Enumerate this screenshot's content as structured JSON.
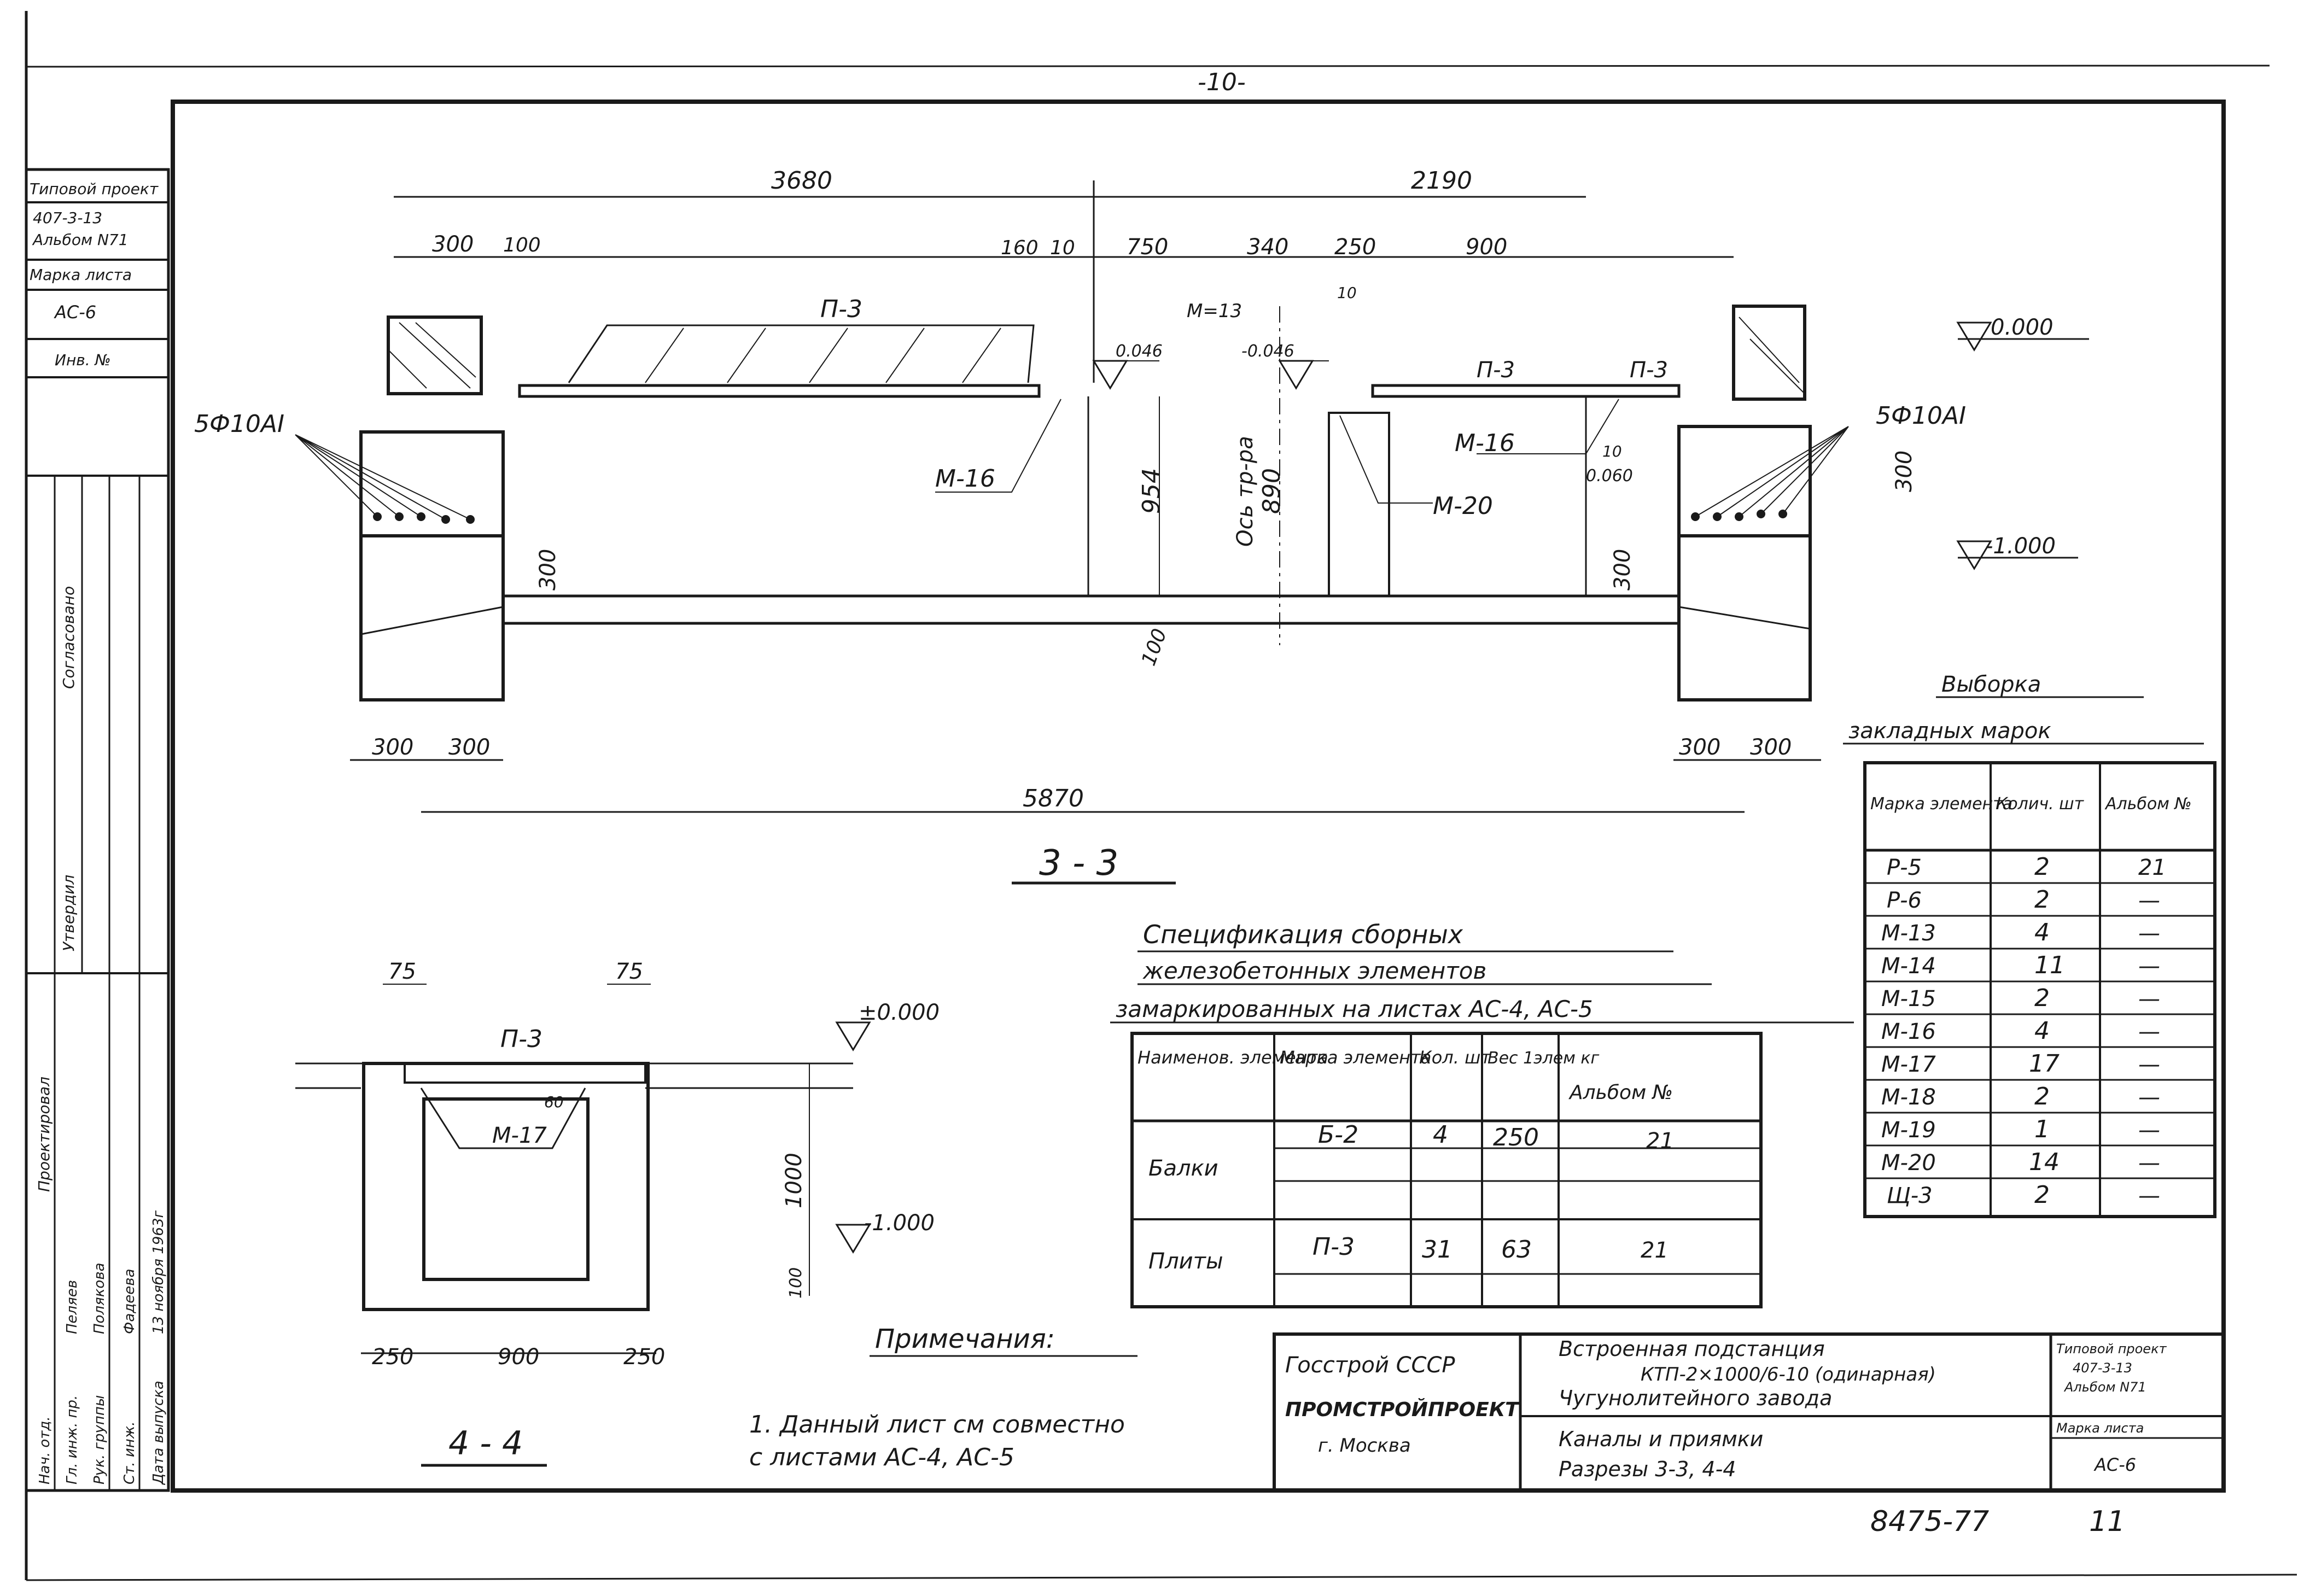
{
  "sheet": {
    "page_number": "-10-",
    "archive_number": "8475-77",
    "sheet_number": "11"
  },
  "section_33": {
    "title": "3 - 3",
    "dims_top": [
      "3680",
      "2190"
    ],
    "dims_upper": [
      "300",
      "100",
      "160",
      "10",
      "750",
      "340",
      "250",
      "900"
    ],
    "dims_mid": [
      "10",
      "10"
    ],
    "dims_vertical": [
      "954",
      "890",
      "300",
      "300",
      "300",
      "10",
      "10",
      "100"
    ],
    "dims_bottom": [
      "300",
      "300",
      "300",
      "300",
      "5870"
    ],
    "elevations": [
      "0.046",
      "-0.046",
      "0.000",
      "-1.000",
      "0.060"
    ],
    "labels": [
      "П-3",
      "П-3",
      "П-3",
      "М=13",
      "5Ф10АI",
      "5Ф10АI",
      "М-16",
      "М-16",
      "М-20",
      "Ось тр-ра"
    ]
  },
  "section_44": {
    "title": "4 - 4",
    "dims": [
      "75",
      "75",
      "250",
      "900",
      "250",
      "1000",
      "100",
      "60"
    ],
    "elevations": [
      "±0.000",
      "-1.000"
    ],
    "labels": [
      "П-3",
      "М-17"
    ]
  },
  "spec_table": {
    "title_lines": [
      "Спецификация сборных",
      "железобетонных элементов",
      "замаркированных на листах АС-4, АС-5"
    ],
    "headers": [
      "Наименов. элемента",
      "Марка элемента",
      "Кол. шт",
      "Вес 1элем кг",
      "Альбом №"
    ],
    "rows": [
      [
        "Балки",
        "Б-2",
        "4",
        "250",
        "21"
      ],
      [
        "Плиты",
        "П-3",
        "31",
        "63",
        "21"
      ]
    ]
  },
  "embedded_table": {
    "title_lines": [
      "Выборка",
      "закладных марок"
    ],
    "headers": [
      "Марка элемента",
      "Колич. шт",
      "Альбом №"
    ],
    "rows": [
      [
        "Р-5",
        "2",
        "21"
      ],
      [
        "Р-6",
        "2",
        "—"
      ],
      [
        "М-13",
        "4",
        "—"
      ],
      [
        "М-14",
        "11",
        "—"
      ],
      [
        "М-15",
        "2",
        "—"
      ],
      [
        "М-16",
        "4",
        "—"
      ],
      [
        "М-17",
        "17",
        "—"
      ],
      [
        "М-18",
        "2",
        "—"
      ],
      [
        "М-19",
        "1",
        "—"
      ],
      [
        "М-20",
        "14",
        "—"
      ],
      [
        "Щ-3",
        "2",
        "—"
      ]
    ]
  },
  "notes": {
    "title": "Примечания:",
    "lines": [
      "1. Данный лист см совместно",
      "с листами АС-4, АС-5"
    ]
  },
  "title_block": {
    "org_lines": [
      "Госстрой СССР",
      "ПРОМСТРОЙПРОЕКТ",
      "г. Москва"
    ],
    "project_lines": [
      "Встроенная подстанция",
      "КТП-2×1000/6-10 (одинарная)",
      "Чугунолитейного завода"
    ],
    "sheet_lines": [
      "Каналы и приямки",
      "Разрезы 3-3, 4-4"
    ],
    "ref_lines": [
      "Типовой проект",
      "407-3-13",
      "Альбом N71"
    ],
    "mark_label": "Марка листа",
    "mark_value": "АС-6"
  },
  "left_strip": {
    "top_lines": [
      "Типовой проект",
      "407-3-13",
      "Альбом N71",
      "Марка листа",
      "АС-6",
      "Инв. №"
    ],
    "roles": [
      "Нач. отд.",
      "Гл. инж. пр.",
      "Рук. группы",
      "Ст. инж.",
      "Дата выпуска"
    ],
    "names": [
      "",
      "Пеляев",
      "Полякова",
      "Фадеева",
      "13 ноября 1963г"
    ],
    "lower_label": "Проектировал",
    "upper_label": "Утвердил",
    "middle_label": "Согласовано"
  }
}
